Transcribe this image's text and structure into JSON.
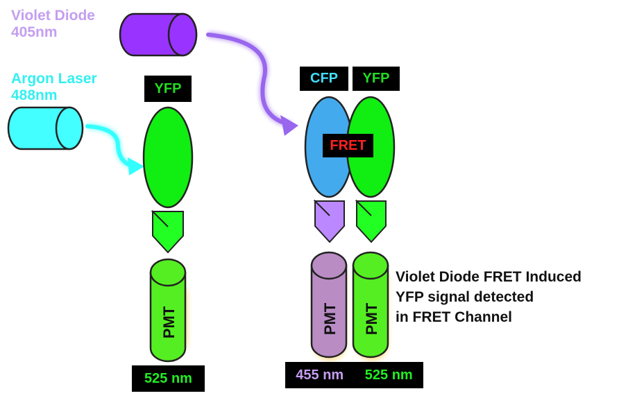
{
  "sources": {
    "violet": {
      "name": "Violet Diode",
      "wavelength": "405nm",
      "color": "#c49ef0",
      "body_color": "#9933ff"
    },
    "argon": {
      "name": "Argon Laser",
      "wavelength": "488nm",
      "color": "#33f0f0",
      "body_color": "#44ffff"
    }
  },
  "left_panel": {
    "fluorophore": {
      "label": "YFP",
      "color": "#22dd22"
    },
    "detector": {
      "label": "PMT",
      "color": "#55ee22"
    },
    "filter": {
      "label": "525 nm",
      "color": "#22ee22"
    }
  },
  "right_panel": {
    "donor": {
      "label": "CFP",
      "color": "#44ddff"
    },
    "acceptor": {
      "label": "YFP",
      "color": "#22dd22"
    },
    "interaction": {
      "label": "FRET",
      "color": "#ff2222"
    },
    "detectors": [
      {
        "label": "PMT",
        "color": "#b98cc4",
        "filter": "455 nm",
        "filter_color": "#c49ef0"
      },
      {
        "label": "PMT",
        "color": "#55ee22",
        "filter": "525 nm",
        "filter_color": "#22ee22"
      }
    ]
  },
  "caption": {
    "line1": "Violet Diode FRET Induced",
    "line2": "YFP signal detected",
    "line3": "in FRET Channel"
  },
  "colors": {
    "purple_ray": "#9966ee",
    "cyan_ray": "#33ffff",
    "green_chevron": "#22ff22",
    "purple_chevron": "#bb88ff",
    "cfp_body": "#44aaee",
    "yfp_body": "#11ee11",
    "glow": "#ffcc44"
  }
}
